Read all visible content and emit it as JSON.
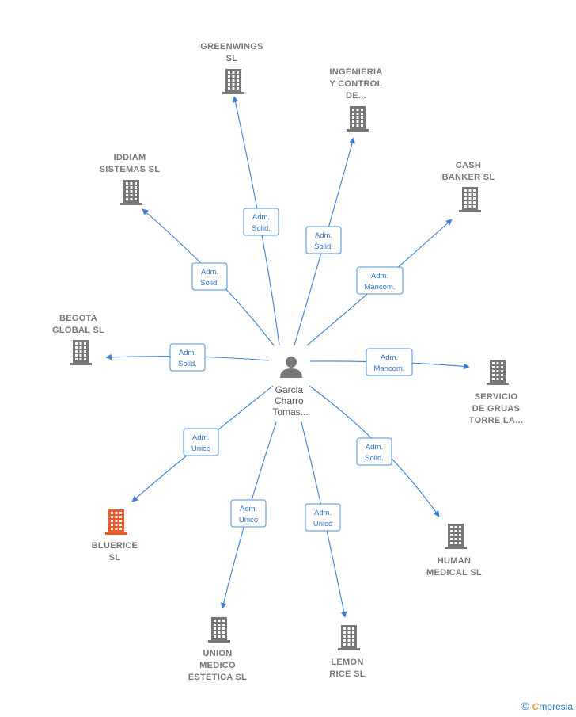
{
  "center": {
    "lines": [
      "Garcia",
      "Charro",
      "Tomas..."
    ]
  },
  "colors": {
    "edge": "#3b7fd4",
    "building": "#777777",
    "highlight": "#f05a28",
    "tag_border": "#4a90d9",
    "tag_text": "#2f74c8"
  },
  "companies": [
    {
      "id": "greenwings",
      "lines": [
        "GREENWINGS",
        "SL"
      ],
      "highlight": false
    },
    {
      "id": "ingenieria",
      "lines": [
        "INGENIERIA",
        "Y CONTROL",
        "DE..."
      ],
      "highlight": false
    },
    {
      "id": "cash-banker",
      "lines": [
        "CASH",
        "BANKER  SL"
      ],
      "highlight": false
    },
    {
      "id": "servicio-gruas",
      "lines": [
        "SERVICIO",
        "DE GRUAS",
        "TORRE LA..."
      ],
      "highlight": false
    },
    {
      "id": "human-medical",
      "lines": [
        "HUMAN",
        "MEDICAL  SL"
      ],
      "highlight": false
    },
    {
      "id": "lemon-rice",
      "lines": [
        "LEMON",
        "RICE  SL"
      ],
      "highlight": false
    },
    {
      "id": "union-medico",
      "lines": [
        "UNION",
        "MEDICO",
        "ESTETICA  SL"
      ],
      "highlight": false
    },
    {
      "id": "bluerice",
      "lines": [
        "BLUERICE",
        "SL"
      ],
      "highlight": true
    },
    {
      "id": "begota",
      "lines": [
        "BEGOTA",
        "GLOBAL  SL"
      ],
      "highlight": false
    },
    {
      "id": "iddiam",
      "lines": [
        "IDDIAM",
        "SISTEMAS SL"
      ],
      "highlight": false
    }
  ],
  "relations": [
    {
      "to": "greenwings",
      "lines": [
        "Adm.",
        "Solid."
      ]
    },
    {
      "to": "ingenieria",
      "lines": [
        "Adm.",
        "Solid."
      ]
    },
    {
      "to": "cash-banker",
      "lines": [
        "Adm.",
        "Mancom."
      ]
    },
    {
      "to": "servicio-gruas",
      "lines": [
        "Adm.",
        "Mancom."
      ]
    },
    {
      "to": "human-medical",
      "lines": [
        "Adm.",
        "Solid."
      ]
    },
    {
      "to": "lemon-rice",
      "lines": [
        "Adm.",
        "Unico"
      ]
    },
    {
      "to": "union-medico",
      "lines": [
        "Adm.",
        "Unico"
      ]
    },
    {
      "to": "bluerice",
      "lines": [
        "Adm.",
        "Unico"
      ]
    },
    {
      "to": "begota",
      "lines": [
        "Adm.",
        "Solid."
      ]
    },
    {
      "to": "iddiam",
      "lines": [
        "Adm.",
        "Solid."
      ]
    }
  ],
  "brand": {
    "symbol": "©",
    "initial": "C",
    "rest": "mpresia"
  }
}
